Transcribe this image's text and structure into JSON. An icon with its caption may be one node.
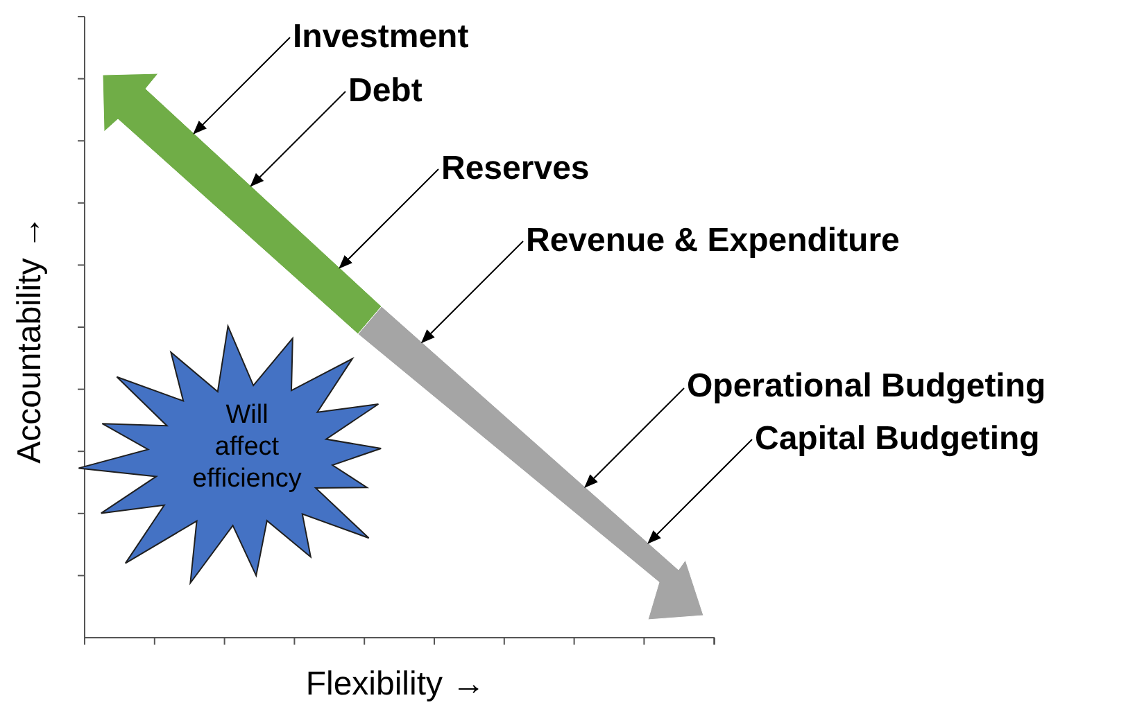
{
  "diagram": {
    "nodes": [
      {
        "text": [],
        "shape": "arrow"
      },
      {
        "text": [],
        "shape": "arrow"
      },
      {
        "text": [
          "Will affect efficiency"
        ]
      },
      {
        "text": [
          "Investment"
        ]
      },
      {
        "text": [
          "Debt"
        ]
      },
      {
        "text": [
          "Reserves"
        ]
      },
      {
        "text": [
          "Revenue & Expenditure"
        ]
      },
      {
        "text": [
          "Operational Budgeting"
        ]
      },
      {
        "text": [
          "Capital Budgeting"
        ]
      }
    ],
    "edges": [
      {
        "from": 3,
        "to": 0,
        "arrow": "to"
      },
      {
        "from": 4,
        "to": 0,
        "arrow": "to"
      },
      {
        "from": 5,
        "to": 0,
        "arrow": "to"
      },
      {
        "from": 6,
        "to": 1,
        "arrow": "to"
      },
      {
        "from": 7,
        "to": 1,
        "arrow": "to"
      },
      {
        "from": 8,
        "to": 1,
        "arrow": "to"
      }
    ],
    "labels": [
      "Accountability →",
      "Flexibility →"
    ]
  }
}
